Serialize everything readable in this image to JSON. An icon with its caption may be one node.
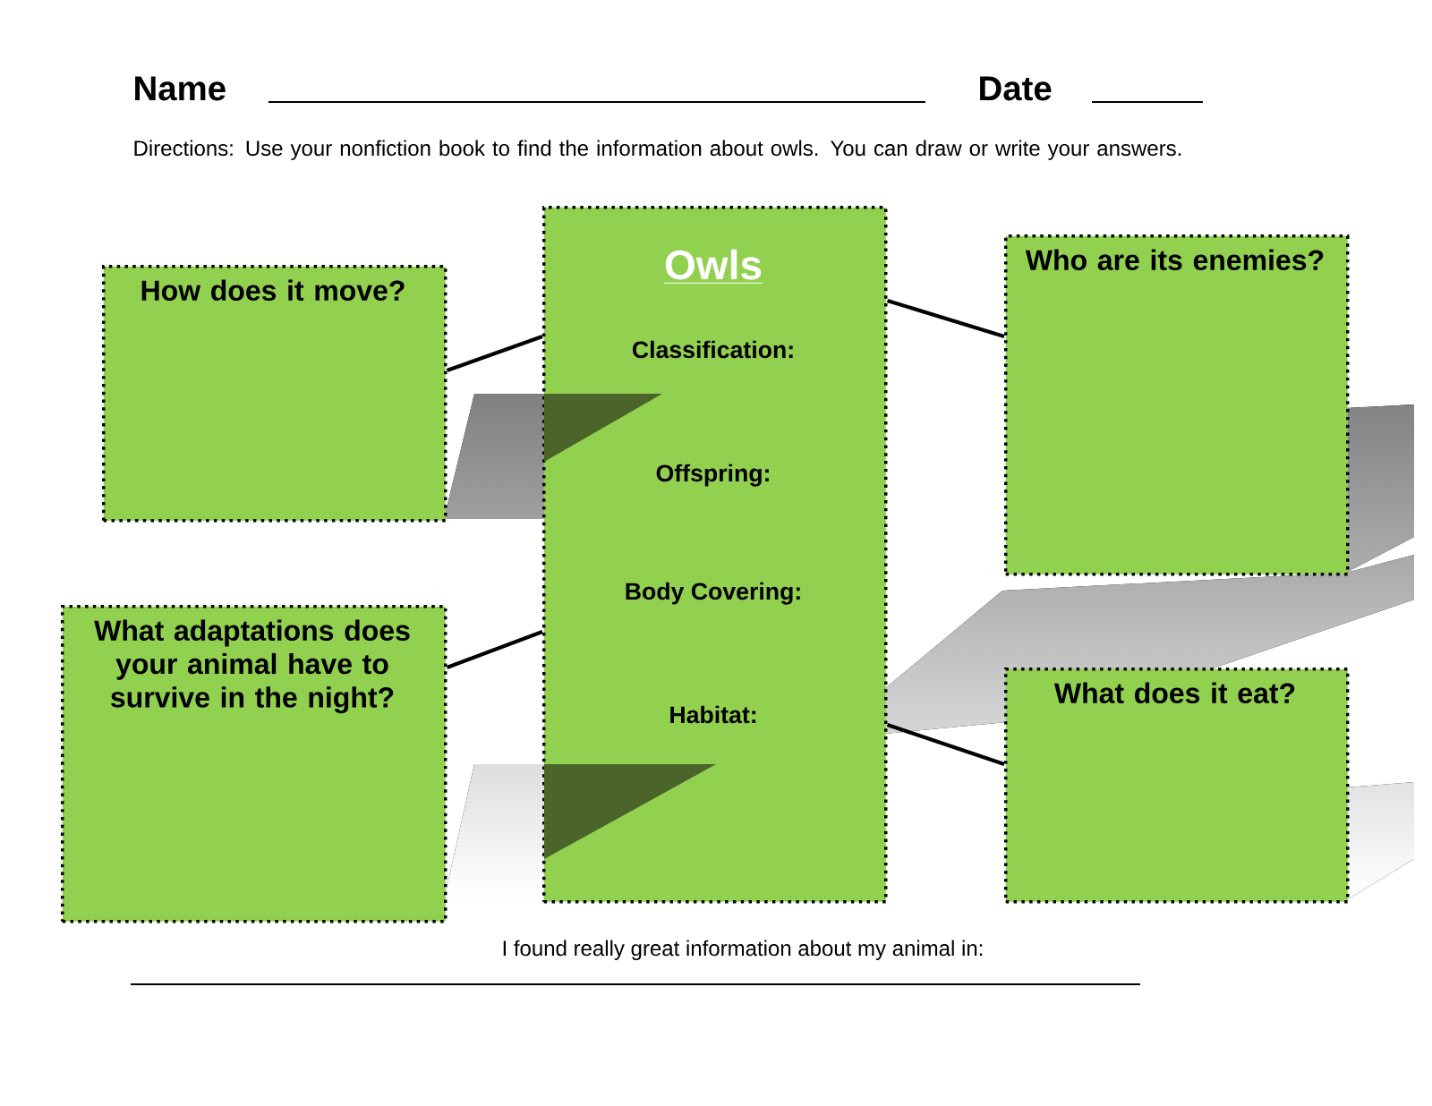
{
  "diagram": {
    "title": "Owls",
    "nodes": [
      {
        "text": [
          "Classification:",
          "Offspring:",
          "Body Covering:",
          "Habitat:"
        ]
      },
      {
        "text": [
          "How does it move?"
        ]
      },
      {
        "text": [
          "Who are its enemies?"
        ]
      },
      {
        "text": [
          "What adaptations does your animal have to survive in the night?"
        ]
      },
      {
        "text": [
          "What does it eat?"
        ]
      }
    ],
    "edges": [
      {
        "from": 0,
        "to": 1,
        "arrow": "none"
      },
      {
        "from": 0,
        "to": 2,
        "arrow": "none"
      },
      {
        "from": 0,
        "to": 3,
        "arrow": "none"
      },
      {
        "from": 0,
        "to": 4,
        "arrow": "none"
      }
    ],
    "labels": [
      "Name",
      "Date",
      "Directions:  Use your nonfiction book to find the information about owls. You can draw or write your answers.",
      "I found really great information about my animal in:"
    ]
  }
}
